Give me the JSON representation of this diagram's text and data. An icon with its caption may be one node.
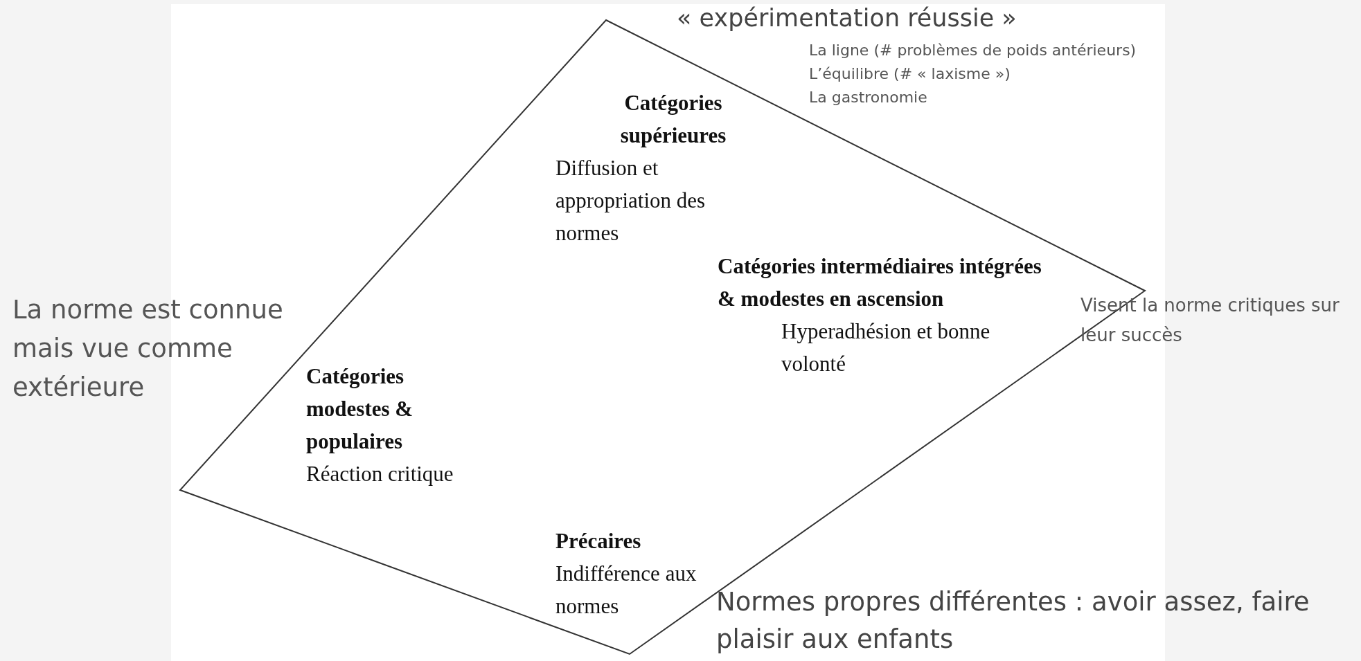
{
  "diagram": {
    "nodes": [
      {
        "text": [],
        "shape": "diamond"
      },
      {
        "text": [
          "Catégories supérieures",
          "Diffusion et appropriation des normes"
        ],
        "in": 0
      },
      {
        "text": [
          "Catégories intermédiaires intégrées & modestes en ascension",
          "Hyperadhésion et bonne volonté"
        ],
        "in": 0
      },
      {
        "text": [
          "Catégories modestes & populaires",
          "Réaction critique"
        ],
        "in": 0
      },
      {
        "text": [
          "Précaires",
          "Indifférence aux normes"
        ],
        "in": 0
      }
    ],
    "labels": [
      "« expérimentation réussie »",
      "La ligne (# problèmes de poids antérieurs)",
      "L’équilibre (# « laxisme »)",
      "La gastronomie",
      "La norme est connue mais vue comme extérieure",
      "Visent la norme critiques sur leur succès",
      "Normes propres différentes : avoir assez, faire plaisir aux enfants"
    ]
  }
}
